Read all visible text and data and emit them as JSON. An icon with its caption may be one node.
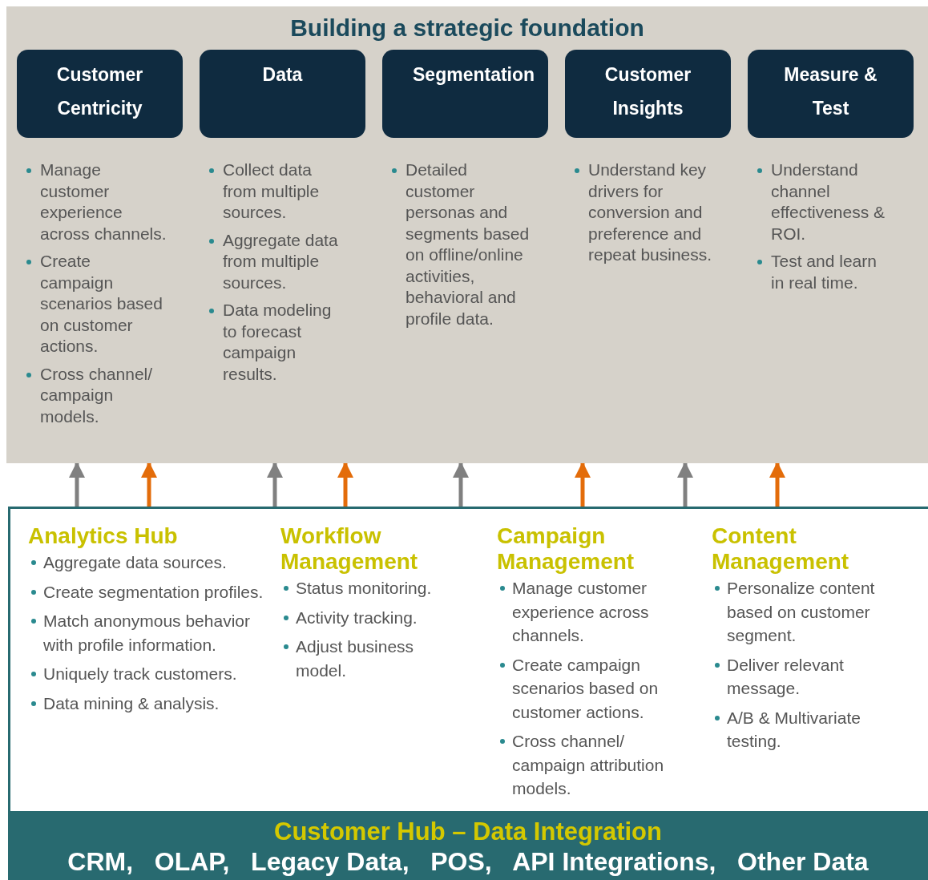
{
  "diagram": {
    "nodes": [
      {
        "text": [
          "Building a strategic foundation"
        ]
      },
      {
        "text": [
          "Customer Centricity"
        ],
        "in": 0,
        "beside": [
          "Manage customer experience across channels.",
          "Create campaign scenarios based on customer actions.",
          "Cross channel/ campaign models."
        ]
      },
      {
        "text": [
          "Data"
        ],
        "in": 0,
        "beside": [
          "Collect data from multiple sources.",
          "Aggregate data from multiple sources.",
          "Data modeling to forecast campaign results."
        ]
      },
      {
        "text": [
          "Segmentation"
        ],
        "in": 0,
        "beside": [
          "Detailed customer personas and segments based on offline/online activities, behavioral and profile data."
        ]
      },
      {
        "text": [
          "Customer Insights"
        ],
        "in": 0,
        "beside": [
          "Understand key drivers for conversion and preference and repeat business."
        ]
      },
      {
        "text": [
          "Measure & Test"
        ],
        "in": 0,
        "beside": [
          "Understand channel effectiveness & ROI.",
          "Test and learn in real time."
        ]
      },
      {
        "text": [],
        "shape": "box"
      },
      {
        "text": [
          "Analytics Hub",
          "Aggregate  data sources.",
          "Create segmentation profiles.",
          "Match anonymous behavior with profile information.",
          "Uniquely track customers.",
          "Data mining & analysis."
        ],
        "in": 6
      },
      {
        "text": [
          "Workflow Management",
          "Status monitoring.",
          "Activity tracking.",
          "Adjust business model."
        ],
        "in": 6
      },
      {
        "text": [
          "Campaign Management",
          "Manage customer experience across channels.",
          "Create campaign scenarios based on customer actions.",
          "Cross channel/ campaign attribution models."
        ],
        "in": 6
      },
      {
        "text": [
          "Content Management",
          "Personalize content based on customer segment.",
          "Deliver relevant message.",
          "A/B & Multivariate testing."
        ],
        "in": 6
      },
      {
        "text": [
          "Customer Hub – Data Integration",
          "CRM,   OLAP,   Legacy Data,   POS,   API Integrations,   Other Data"
        ]
      }
    ],
    "edges": [
      {
        "from": 6,
        "to": 0,
        "arrow": "to",
        "color": "#808080"
      },
      {
        "from": 6,
        "to": 0,
        "arrow": "to",
        "color": "#e36c0a"
      },
      {
        "from": 6,
        "to": 0,
        "arrow": "to",
        "color": "#808080"
      },
      {
        "from": 6,
        "to": 0,
        "arrow": "to",
        "color": "#e36c0a"
      },
      {
        "from": 6,
        "to": 0,
        "arrow": "to",
        "color": "#808080"
      },
      {
        "from": 6,
        "to": 0,
        "arrow": "to",
        "color": "#e36c0a"
      },
      {
        "from": 6,
        "to": 0,
        "arrow": "to",
        "color": "#808080"
      },
      {
        "from": 6,
        "to": 0,
        "arrow": "to",
        "color": "#e36c0a"
      }
    ]
  }
}
